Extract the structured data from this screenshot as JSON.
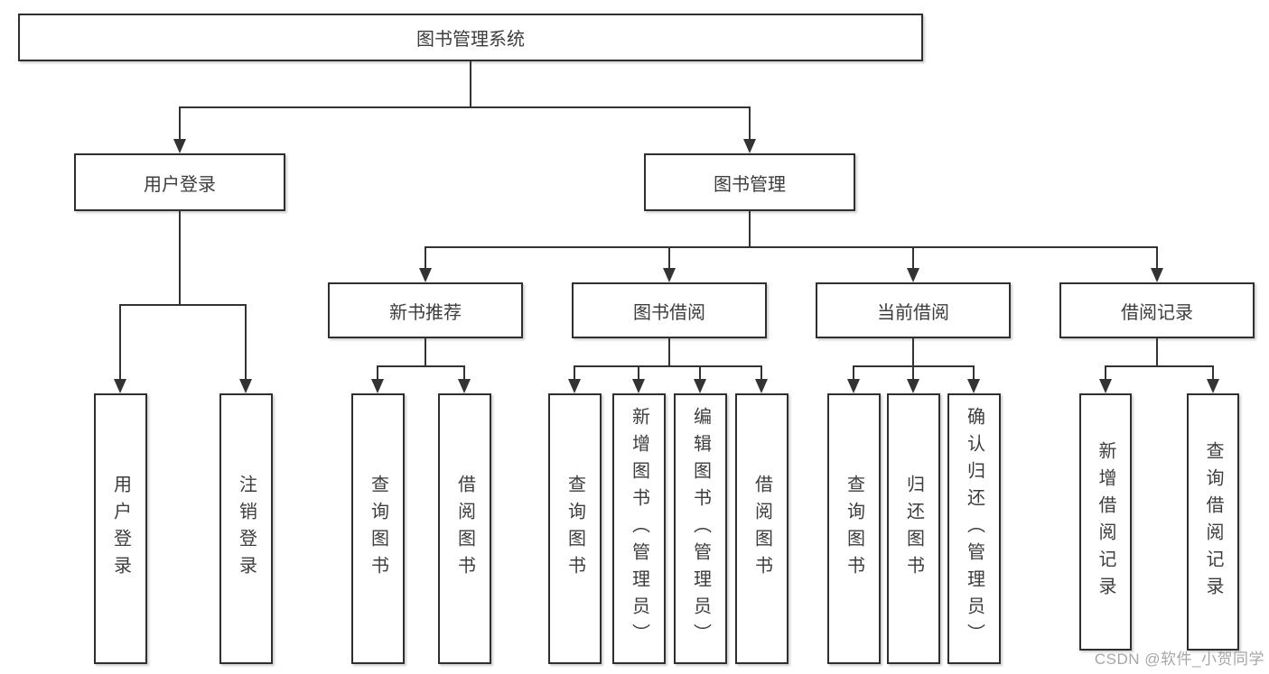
{
  "diagram": {
    "type": "hierarchy-tree",
    "title": "图书管理系统",
    "watermark": "CSDN @软件_小贺同学",
    "colors": {
      "background": "#ffffff",
      "box_background": "#ffffff",
      "border": "#2f2f2f",
      "line": "#333333",
      "text": "#3d3d3d",
      "watermark": "#9e9b9e"
    },
    "nodes": {
      "root": {
        "label": "图书管理系统"
      },
      "level1": [
        {
          "label": "用户登录",
          "parent": "图书管理系统"
        },
        {
          "label": "图书管理",
          "parent": "图书管理系统"
        }
      ],
      "level2": [
        {
          "label": "新书推荐",
          "parent": "图书管理"
        },
        {
          "label": "图书借阅",
          "parent": "图书管理"
        },
        {
          "label": "当前借阅",
          "parent": "图书管理"
        },
        {
          "label": "借阅记录",
          "parent": "图书管理"
        }
      ],
      "leaves": [
        {
          "label": "用户登录",
          "parent": "用户登录"
        },
        {
          "label": "注销登录",
          "parent": "用户登录"
        },
        {
          "label": "查询图书",
          "parent": "新书推荐"
        },
        {
          "label": "借阅图书",
          "parent": "新书推荐"
        },
        {
          "label": "查询图书",
          "parent": "图书借阅"
        },
        {
          "label": "新增图书（管理员）",
          "parent": "图书借阅"
        },
        {
          "label": "编辑图书（管理员）",
          "parent": "图书借阅"
        },
        {
          "label": "借阅图书",
          "parent": "图书借阅"
        },
        {
          "label": "查询图书",
          "parent": "当前借阅"
        },
        {
          "label": "归还图书",
          "parent": "当前借阅"
        },
        {
          "label": "确认归还（管理员）",
          "parent": "当前借阅"
        },
        {
          "label": "新增借阅记录",
          "parent": "借阅记录"
        },
        {
          "label": "查询借阅记录",
          "parent": "借阅记录"
        }
      ]
    }
  }
}
